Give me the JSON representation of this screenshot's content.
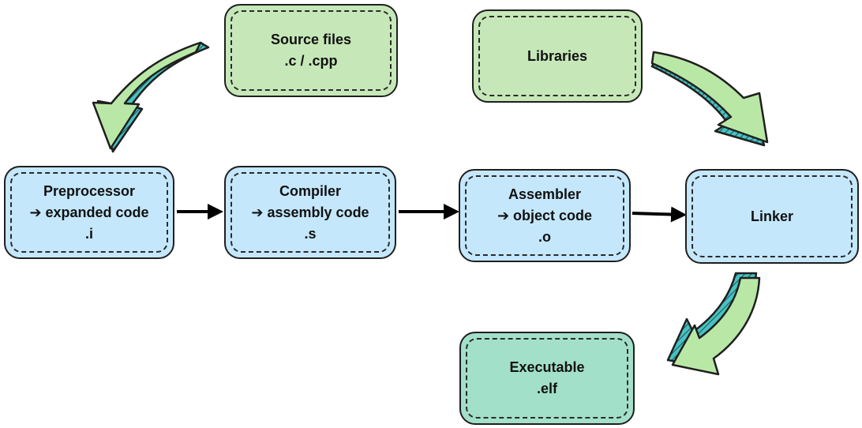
{
  "diagram": {
    "source": {
      "lines": [
        "Source files",
        ".c / .cpp"
      ]
    },
    "libraries": {
      "lines": [
        "Libraries"
      ]
    },
    "preprocessor": {
      "lines": [
        "Preprocessor",
        "➔ expanded code",
        ".i"
      ]
    },
    "compiler": {
      "lines": [
        "Compiler",
        "➔ assembly code",
        ".s"
      ]
    },
    "assembler": {
      "lines": [
        "Assembler",
        "➔ object code",
        ".o"
      ]
    },
    "linker": {
      "lines": [
        "Linker"
      ]
    },
    "executable": {
      "lines": [
        "Executable",
        ".elf"
      ]
    }
  },
  "colors": {
    "input_box": "#c6e8b8",
    "stage_box": "#c4e7fb",
    "output_box": "#a3e0c9",
    "curved_arrow_fill": "#b9e8a6",
    "curved_arrow_side": "#47c2c2",
    "outline": "#1f1f1f"
  }
}
